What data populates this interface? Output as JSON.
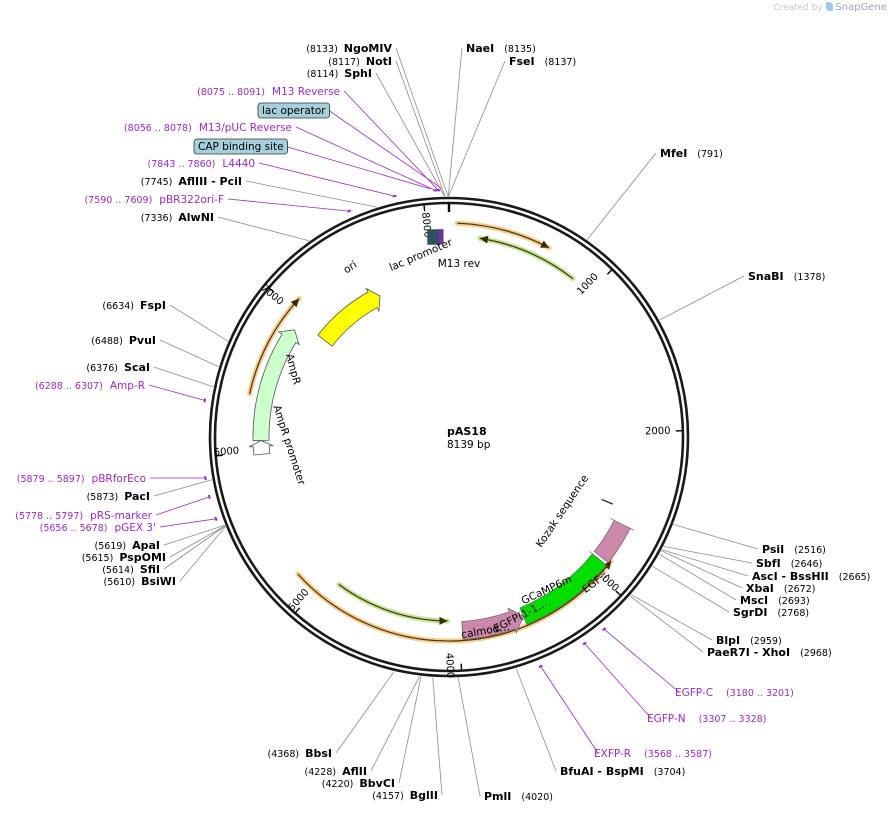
{
  "watermark": {
    "prefix": "Created by",
    "brand": "SnapGene"
  },
  "plasmid": {
    "name": "pAS18",
    "length_label": "8139 bp",
    "length": 8139
  },
  "colors": {
    "site_line": "#8c8c8c",
    "primer": "#9b27c9",
    "backbone": "#1a1a1a",
    "ori": "#ffff00",
    "ampr": "#ccffcc",
    "egfp": "#00dd00",
    "calmodulin": "#cc88aa",
    "orf_orange": "#f0a030",
    "orf_green": "#88d040",
    "box_fill": "#a6cfdc"
  },
  "ticks": [
    {
      "label": "1000",
      "pos": 1000
    },
    {
      "label": "2000",
      "pos": 2000
    },
    {
      "label": "3000",
      "pos": 3000
    },
    {
      "label": "4000",
      "pos": 4000
    },
    {
      "label": "5000",
      "pos": 5000
    },
    {
      "label": "6000",
      "pos": 6000
    },
    {
      "label": "7000",
      "pos": 7000
    },
    {
      "label": "8000",
      "pos": 8000
    }
  ],
  "sites": [
    {
      "name": "NgoMIV",
      "pos_label": "(8133)",
      "pos": 8133,
      "side": "L"
    },
    {
      "name": "NotI",
      "pos_label": "(8117)",
      "pos": 8117,
      "side": "L"
    },
    {
      "name": "SphI",
      "pos_label": "(8114)",
      "pos": 8114,
      "side": "L"
    },
    {
      "name": "AflIII   - PciI",
      "pos_label": "(7745)",
      "pos": 7745,
      "side": "L"
    },
    {
      "name": "AlwNI",
      "pos_label": "(7336)",
      "pos": 7336,
      "side": "L"
    },
    {
      "name": "FspI",
      "pos_label": "(6634)",
      "pos": 6634,
      "side": "L"
    },
    {
      "name": "PvuI",
      "pos_label": "(6488)",
      "pos": 6488,
      "side": "L"
    },
    {
      "name": "ScaI",
      "pos_label": "(6376)",
      "pos": 6376,
      "side": "L"
    },
    {
      "name": "PacI",
      "pos_label": "(5873)",
      "pos": 5873,
      "side": "L"
    },
    {
      "name": "ApaI",
      "pos_label": "(5619)",
      "pos": 5619,
      "side": "L"
    },
    {
      "name": "PspOMI",
      "pos_label": "(5615)",
      "pos": 5615,
      "side": "L"
    },
    {
      "name": "SfiI",
      "pos_label": "(5614)",
      "pos": 5614,
      "side": "L"
    },
    {
      "name": "BsiWI",
      "pos_label": "(5610)",
      "pos": 5610,
      "side": "L"
    },
    {
      "name": "BbsI",
      "pos_label": "(4368)",
      "pos": 4368,
      "side": "L"
    },
    {
      "name": "AflII",
      "pos_label": "(4228)",
      "pos": 4228,
      "side": "L"
    },
    {
      "name": "BbvCI",
      "pos_label": "(4220)",
      "pos": 4220,
      "side": "L"
    },
    {
      "name": "BglII",
      "pos_label": "(4157)",
      "pos": 4157,
      "side": "L"
    },
    {
      "name": "NaeI",
      "pos_label": "(8135)",
      "pos": 8135,
      "side": "R"
    },
    {
      "name": "FseI",
      "pos_label": "(8137)",
      "pos": 8137,
      "side": "R"
    },
    {
      "name": "MfeI",
      "pos_label": "(791)",
      "pos": 791,
      "side": "R"
    },
    {
      "name": "SnaBI",
      "pos_label": "(1378)",
      "pos": 1378,
      "side": "R"
    },
    {
      "name": "PsiI",
      "pos_label": "(2516)",
      "pos": 2516,
      "side": "R"
    },
    {
      "name": "SbfI",
      "pos_label": "(2646)",
      "pos": 2646,
      "side": "R"
    },
    {
      "name": "AscI   - BssHII",
      "pos_label": "(2665)",
      "pos": 2665,
      "side": "R"
    },
    {
      "name": "XbaI",
      "pos_label": "(2672)",
      "pos": 2672,
      "side": "R"
    },
    {
      "name": "MscI",
      "pos_label": "(2693)",
      "pos": 2693,
      "side": "R"
    },
    {
      "name": "SgrDI",
      "pos_label": "(2768)",
      "pos": 2768,
      "side": "R"
    },
    {
      "name": "BlpI",
      "pos_label": "(2959)",
      "pos": 2959,
      "side": "R"
    },
    {
      "name": "PaeR7I   - XhoI",
      "pos_label": "(2968)",
      "pos": 2968,
      "side": "R"
    },
    {
      "name": "BfuAI   - BspMI",
      "pos_label": "(3704)",
      "pos": 3704,
      "side": "R"
    },
    {
      "name": "PmlI",
      "pos_label": "(4020)",
      "pos": 4020,
      "side": "R"
    }
  ],
  "primers": [
    {
      "name": "M13 Reverse",
      "range": "(8075 .. 8091)",
      "pos": 8083,
      "side": "L"
    },
    {
      "name": "M13/pUC Reverse",
      "range": "(8056 .. 8078)",
      "pos": 8067,
      "side": "L"
    },
    {
      "name": "L4440",
      "range": "(7843 .. 7860)",
      "pos": 7851,
      "side": "L"
    },
    {
      "name": "pBR322ori-F",
      "range": "(7590 .. 7609)",
      "pos": 7600,
      "side": "L"
    },
    {
      "name": "Amp-R",
      "range": "(6288 .. 6307)",
      "pos": 6297,
      "side": "L"
    },
    {
      "name": "pBRforEco",
      "range": "(5879 .. 5897)",
      "pos": 5888,
      "side": "L"
    },
    {
      "name": "pRS-marker",
      "range": "(5778 .. 5797)",
      "pos": 5787,
      "side": "L"
    },
    {
      "name": "pGEX 3'",
      "range": "(5656 .. 5678)",
      "pos": 5667,
      "side": "L"
    },
    {
      "name": "EGFP-C",
      "range": "(3180 .. 3201)",
      "pos": 3190,
      "side": "R"
    },
    {
      "name": "EGFP-N",
      "range": "(3307 .. 3328)",
      "pos": 3317,
      "side": "R"
    },
    {
      "name": "EXFP-R",
      "range": "(3568 .. 3587)",
      "pos": 3577,
      "side": "R"
    }
  ],
  "boxes": [
    {
      "name": "lac operator",
      "pos": 8098
    },
    {
      "name": "CAP binding site",
      "pos": 8040
    }
  ],
  "features": {
    "ori": {
      "label": "ori",
      "start": 6960,
      "end": 7550
    },
    "ampr": {
      "label": "AmpR",
      "start": 6080,
      "end": 6890
    },
    "ampr_promoter": {
      "label": "AmpR promoter",
      "start": 5985,
      "end": 6080
    },
    "lac_promoter": {
      "label": "lac promoter",
      "start": 8005,
      "end": 8070
    },
    "m13_rev": {
      "label": "M13 rev",
      "start": 8075,
      "end": 8091
    },
    "gcamp6m": {
      "label": "GCaMP6m"
    },
    "egfp1": {
      "label": "EGFP(1-1…"
    },
    "egfp2": {
      "label": "EGF…"
    },
    "calmodulin": {
      "label": "calmod…"
    },
    "kozak": {
      "label": "Kozak sequence",
      "pos": 2538
    }
  },
  "orfs": [
    {
      "start": 2880,
      "end": 5150,
      "dir": "rev",
      "color": "orange"
    },
    {
      "start": 4080,
      "end": 4900,
      "dir": "rev",
      "color": "green"
    },
    {
      "start": 50,
      "end": 630,
      "dir": "fwd",
      "color": "orange"
    },
    {
      "start": 200,
      "end": 860,
      "dir": "rev",
      "color": "green"
    },
    {
      "start": 6380,
      "end": 7070,
      "dir": "fwd",
      "color": "orange"
    }
  ]
}
